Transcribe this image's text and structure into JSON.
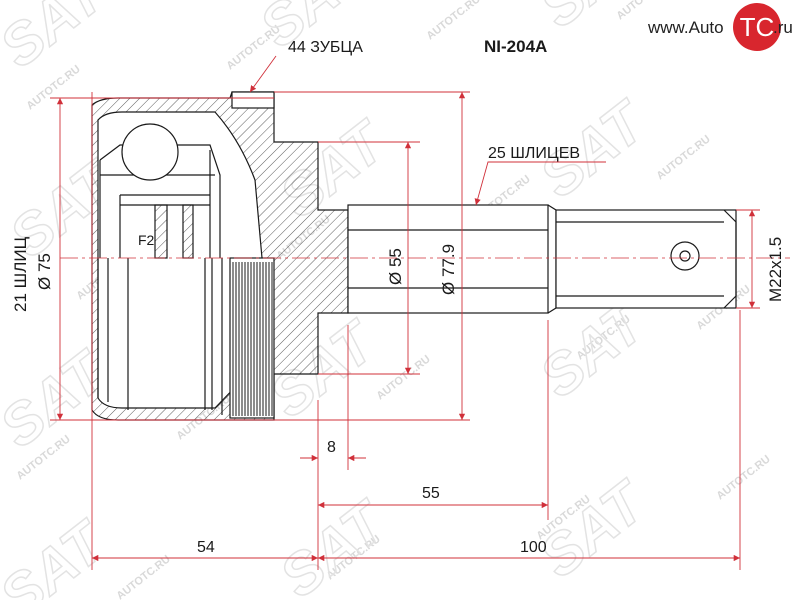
{
  "header": {
    "part_number": "NI-204A",
    "logo_prefix": "www.Auto",
    "logo_mark": "TC",
    "logo_suffix": ".ru"
  },
  "labels": {
    "teeth_abs": "44 ЗУБЦА",
    "outer_splines": "25 ШЛИЦЕВ",
    "inner_splines": "21 ШЛИЦ",
    "inner_diameter": "Ø 75",
    "housing_diameter": "Ø 77.9",
    "shaft_diameter": "Ø 55",
    "thread": "M22x1.5",
    "f2_mark": "F2"
  },
  "dimensions": {
    "dim_8": "8",
    "dim_55": "55",
    "dim_54": "54",
    "dim_100": "100"
  },
  "watermark": {
    "text": "AUTOTC.RU",
    "brand": "SAT"
  },
  "colors": {
    "dimension_line": "#d0303a",
    "outline": "#1a1a1a",
    "logo_red": "#d8262e"
  }
}
